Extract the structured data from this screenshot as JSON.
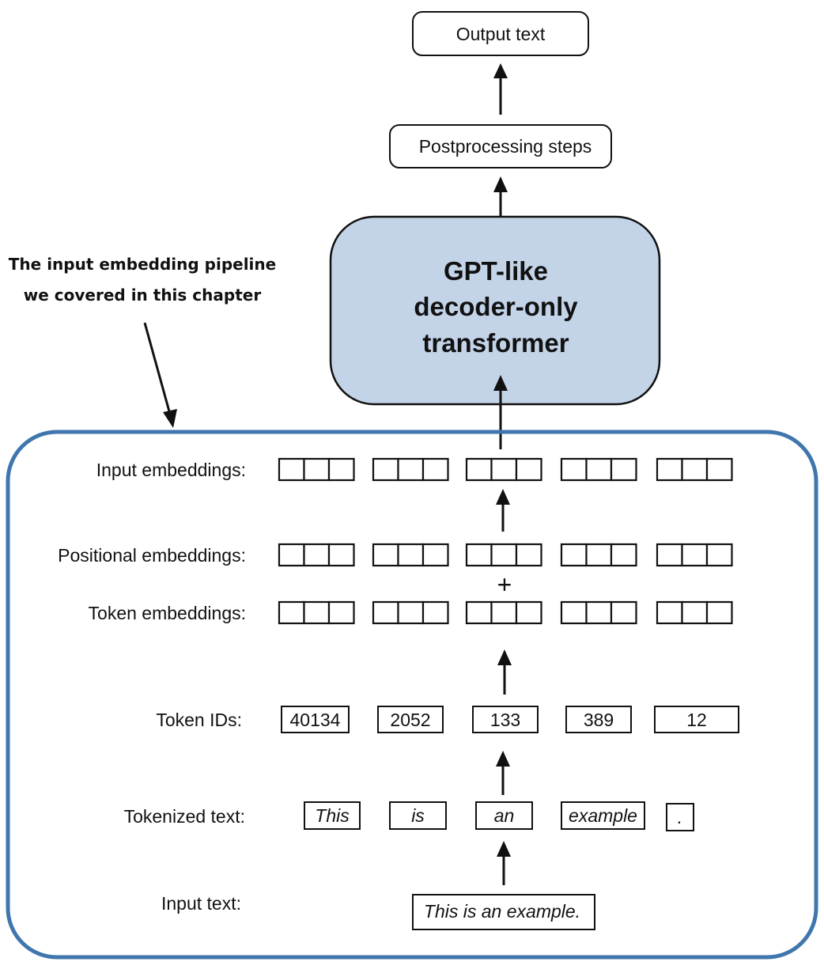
{
  "colors": {
    "pipeline_border": "#3f76ad",
    "transformer_fill": "#c3d3e8",
    "stroke": "#111111"
  },
  "output_box": {
    "label": "Output text"
  },
  "postprocessing_box": {
    "label": "Postprocessing steps"
  },
  "transformer_box": {
    "lines": [
      "GPT-like",
      "decoder-only",
      "transformer"
    ]
  },
  "annotation": {
    "lines": [
      "The input embedding pipeline",
      "we covered in this chapter"
    ]
  },
  "pipeline": {
    "rows": {
      "input_embeddings": {
        "label": "Input embeddings:"
      },
      "positional_embeddings": {
        "label": "Positional embeddings:"
      },
      "plus_sign": "+",
      "token_embeddings": {
        "label": "Token embeddings:"
      },
      "token_ids": {
        "label": "Token IDs:",
        "values": [
          "40134",
          "2052",
          "133",
          "389",
          "12"
        ]
      },
      "tokenized_text": {
        "label": "Tokenized text:",
        "tokens": [
          "This",
          "is",
          "an",
          "example",
          "."
        ]
      },
      "input_text": {
        "label": "Input text:",
        "value": "This is an example."
      }
    },
    "embedding_vectors": 5,
    "embedding_dims": 3
  }
}
